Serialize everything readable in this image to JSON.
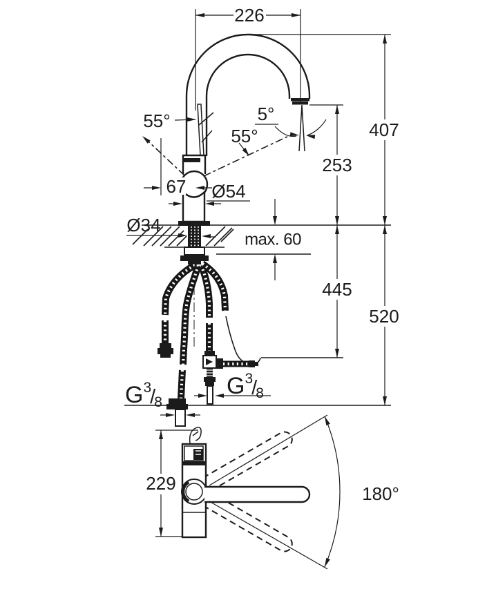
{
  "page": {
    "background": "#ffffff",
    "ink": "#1b1b1b",
    "kind": "technical-dimension-drawing",
    "subject": "single-lever kitchen faucet with C-spout, side view and plan view"
  },
  "labels": {
    "dim_226": "226",
    "dim_407": "407",
    "dim_253": "253",
    "dim_445": "445",
    "dim_520": "520",
    "dim_229": "229",
    "dim_67": "67",
    "angle_5": "5°",
    "angle_55_left": "55°",
    "angle_55_right": "55°",
    "angle_180": "180°",
    "dia_54": "Ø54",
    "dia_34": "Ø34",
    "max_60": "max. 60",
    "thread_g": "G",
    "thread_numerator": "3",
    "thread_slash": "/",
    "thread_denominator": "8"
  }
}
